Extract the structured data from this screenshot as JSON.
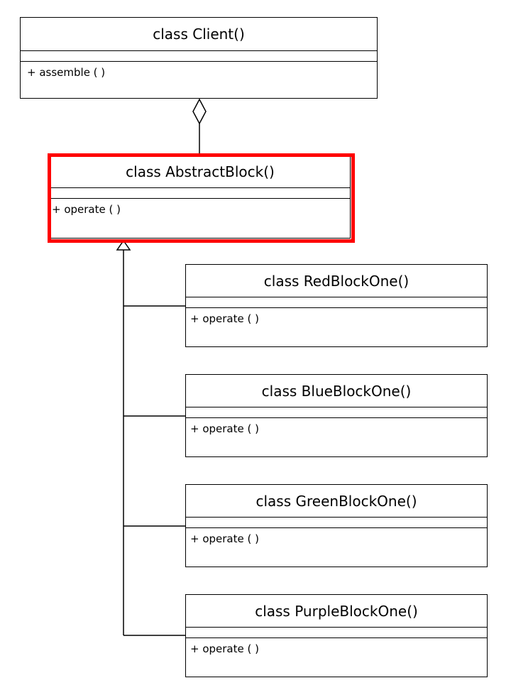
{
  "colors": {
    "highlight": "#ff0000",
    "line": "#000000"
  },
  "classes": {
    "client": {
      "name": "class Client()",
      "method": "+  assemble ( )"
    },
    "abstract_block": {
      "name": "class AbstractBlock()",
      "method": "+ operate ( )"
    },
    "red_block_one": {
      "name": "class RedBlockOne()",
      "method": "+ operate ( )"
    },
    "blue_block_one": {
      "name": "class BlueBlockOne()",
      "method": "+ operate ( )"
    },
    "green_block_one": {
      "name": "class GreenBlockOne()",
      "method": "+ operate ( )"
    },
    "purple_block_one": {
      "name": "class PurpleBlockOne()",
      "method": "+ operate ( )"
    }
  }
}
